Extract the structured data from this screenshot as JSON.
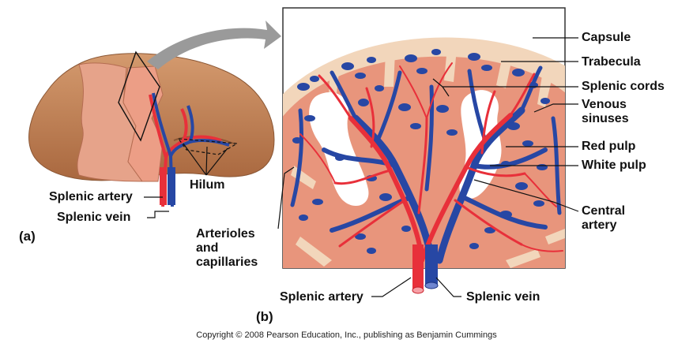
{
  "labels": {
    "capsule": "Capsule",
    "trabecula": "Trabecula",
    "splenic_cords": "Splenic cords",
    "venous_sinuses": "Venous sinuses",
    "red_pulp": "Red pulp",
    "white_pulp": "White pulp",
    "central_artery": "Central artery",
    "hilum": "Hilum",
    "splenic_artery_a": "Splenic artery",
    "splenic_vein_a": "Splenic vein",
    "splenic_artery_b": "Splenic artery",
    "splenic_vein_b": "Splenic vein",
    "arterioles_capillaries": "Arterioles and capillaries"
  },
  "panels": {
    "a": "(a)",
    "b": "(b)"
  },
  "copyright": "Copyright © 2008 Pearson Education, Inc., publishing as Benjamin Cummings",
  "colors": {
    "organ": "#c98a5f",
    "organ_section": "#e59f86",
    "pulp": "#e8957c",
    "capsule": "#f2d6bb",
    "artery": "#e8303a",
    "vein": "#2747a4",
    "white_pulp": "#ffffff",
    "arrow": "#9a9a9a"
  }
}
